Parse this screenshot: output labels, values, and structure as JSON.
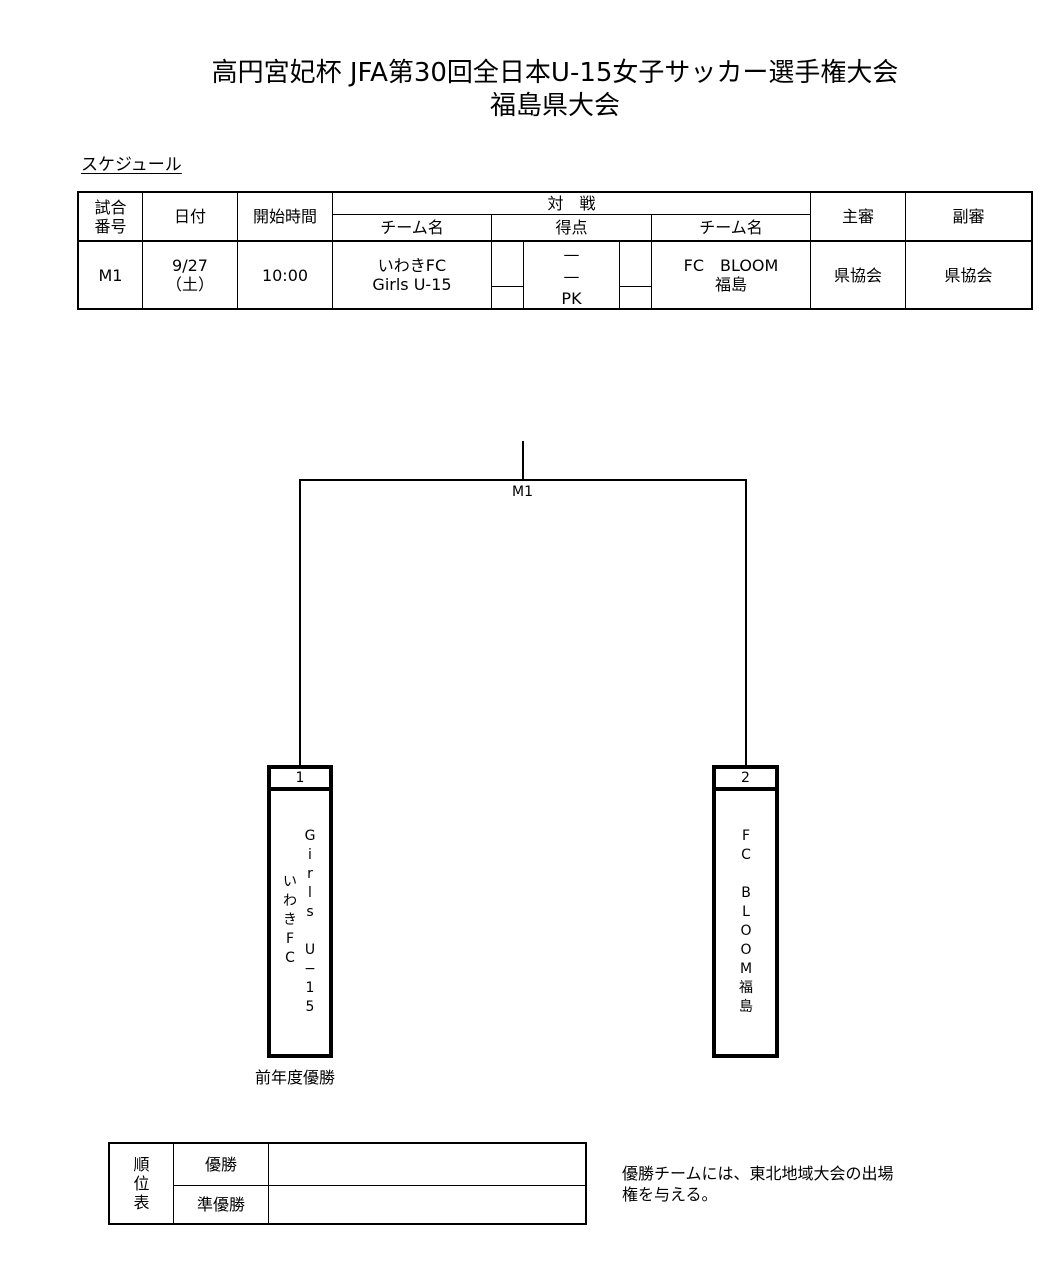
{
  "title_line1": "高円宮妃杯 JFA第30回全日本U-15女子サッカー選手権大会",
  "title_line2": "福島県大会",
  "schedule_label": "スケジュール",
  "schedule": {
    "headers": {
      "match_no_1": "試合",
      "match_no_2": "番号",
      "date": "日付",
      "start_time": "開始時間",
      "versus": "対　戦",
      "team_name": "チーム名",
      "score": "得点",
      "referee": "主審",
      "assistant_referee": "副審"
    },
    "row": {
      "match": "M1",
      "date_1": "9/27",
      "date_2": "（土）",
      "time": "10:00",
      "home_1": "いわきFC",
      "home_2": "Girls U-15",
      "dash_1": "—",
      "dash_2": "—",
      "pk": "PK",
      "away_1": "FC　BLOOM",
      "away_2": "福島",
      "referee": "県協会",
      "assistant_referee": "県協会"
    }
  },
  "bracket": {
    "match_label": "M1",
    "team1": {
      "number": "1",
      "name_col1": [
        "い",
        "わ",
        "き",
        "F",
        "C"
      ],
      "name_col2": [
        "G",
        "i",
        "r",
        "l",
        "s",
        "",
        "U",
        "−",
        "1",
        "5"
      ]
    },
    "team2": {
      "number": "2",
      "name_col": [
        "F",
        "C",
        "",
        "B",
        "L",
        "O",
        "O",
        "M",
        "福",
        "島"
      ]
    },
    "previous_champion": "前年度優勝"
  },
  "ranking": {
    "label": [
      "順",
      "位",
      "表"
    ],
    "first": "優勝",
    "second": "準優勝"
  },
  "note_line1": "優勝チームには、東北地域大会の出場",
  "note_line2": "権を与える。"
}
